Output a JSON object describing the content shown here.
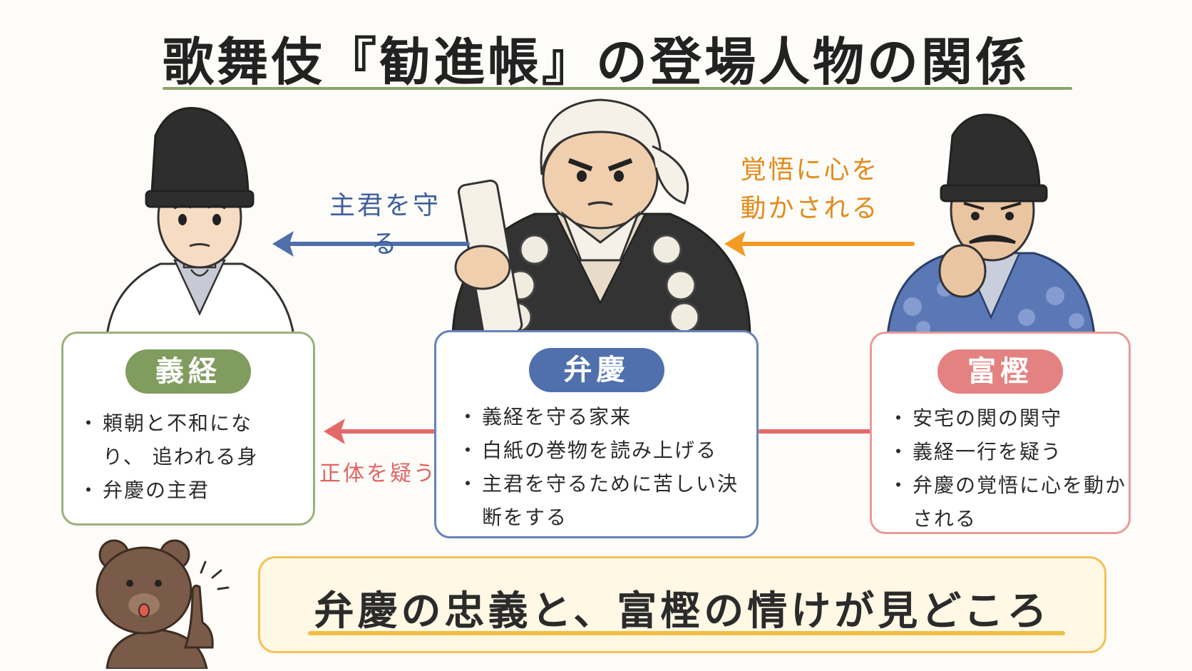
{
  "title": "歌舞伎『勧進帳』の登場人物の関係",
  "characters": {
    "yoshitsune": {
      "name": "義経",
      "points": [
        "頼朝と不和になり、 追われる身",
        "弁慶の主君"
      ],
      "color": "#809c5e",
      "icon": "noble-man-icon"
    },
    "benkei": {
      "name": "弁慶",
      "points": [
        "義経を守る家来",
        "白紙の巻物を読み上げる",
        "主君を守るために苦しい決断をする"
      ],
      "color": "#4f70ad",
      "icon": "warrior-monk-icon"
    },
    "togashi": {
      "name": "富樫",
      "points": [
        "安宅の関の関守",
        "義経一行を疑う",
        "弁慶の覚悟に心を動かされる"
      ],
      "color": "#e48282",
      "icon": "barrier-guard-icon"
    }
  },
  "relations": {
    "benkei_to_yoshitsune": "主君を守る",
    "togashi_to_benkei": "覚悟に心を動かされる",
    "togashi_to_yoshitsune": "正体を疑う"
  },
  "summary": "弁慶の忠義と、富樫の情けが見どころ",
  "mascot": "bear-pointing-icon"
}
